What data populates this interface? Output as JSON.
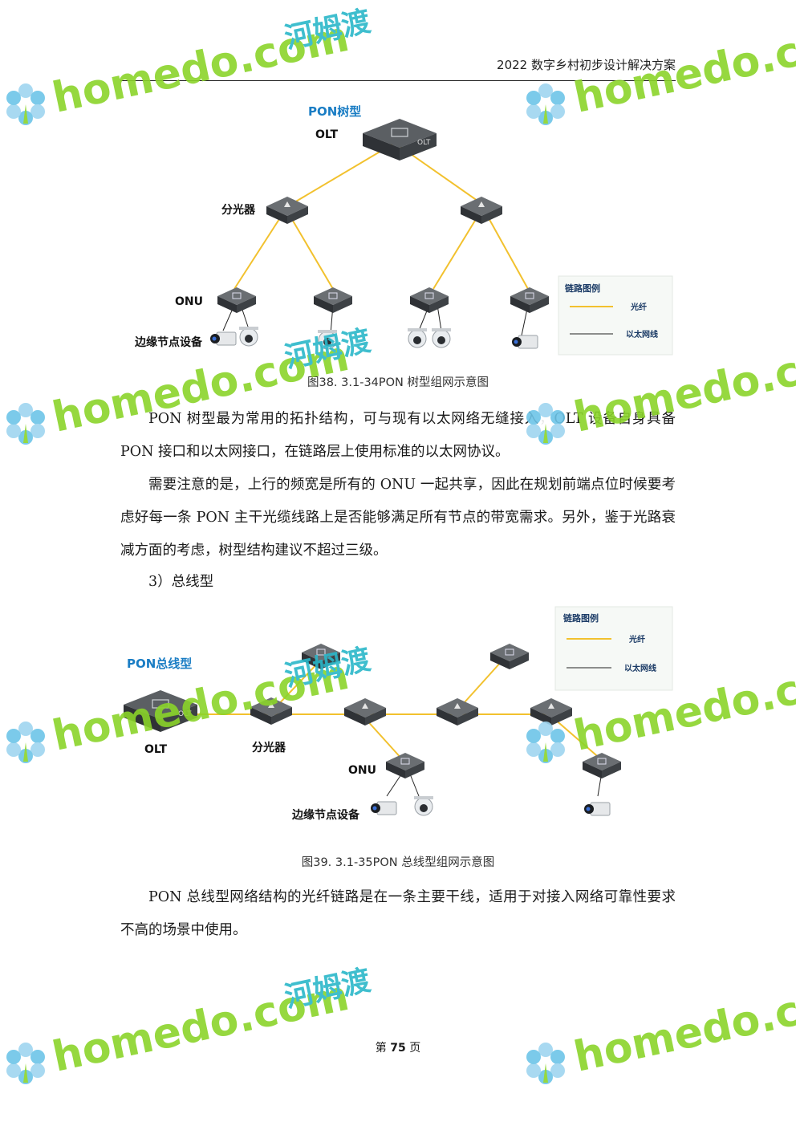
{
  "header": {
    "title": "2022 数字乡村初步设计解决方案"
  },
  "figure38": {
    "title": "PON树型",
    "olt": "OLT",
    "splitter": "分光器",
    "onu": "ONU",
    "edge": "边缘节点设备",
    "legend": {
      "title": "链路图例",
      "fiber": "光纤",
      "ethernet": "以太网线"
    },
    "caption": "图38.  3.1-34PON 树型组网示意图"
  },
  "para1": "PON 树型最为常用的拓扑结构，可与现有以太网络无缝接入，OLT 设备自身具备 PON 接口和以太网接口，在链路层上使用标准的以太网协议。",
  "para2": "需要注意的是，上行的频宽是所有的 ONU 一起共享，因此在规划前端点位时候要考虑好每一条 PON 主干光缆线路上是否能够满足所有节点的带宽需求。另外，鉴于光路衰减方面的考虑，树型结构建议不超过三级。",
  "heading3": "3）总线型",
  "figure39": {
    "title": "PON总线型",
    "olt": "OLT",
    "splitter": "分光器",
    "onu": "ONU",
    "edge": "边缘节点设备",
    "legend": {
      "title": "链路图例",
      "fiber": "光纤",
      "ethernet": "以太网线"
    },
    "caption": "图39.  3.1-35PON 总线型组网示意图"
  },
  "para3": "PON 总线型网络结构的光纤链路是在一条主要干线，适用于对接入网络可靠性要求不高的场景中使用。",
  "footer": {
    "prefix": "第",
    "page": "75",
    "suffix": "页"
  },
  "watermark": {
    "latin": "homedo.com",
    "cjk": "河姆渡"
  },
  "colors": {
    "fiber": "#f2c12e",
    "accent": "#1a7dc4",
    "watermark_green": "#8bd42a",
    "watermark_teal": "#2ab7c9"
  }
}
